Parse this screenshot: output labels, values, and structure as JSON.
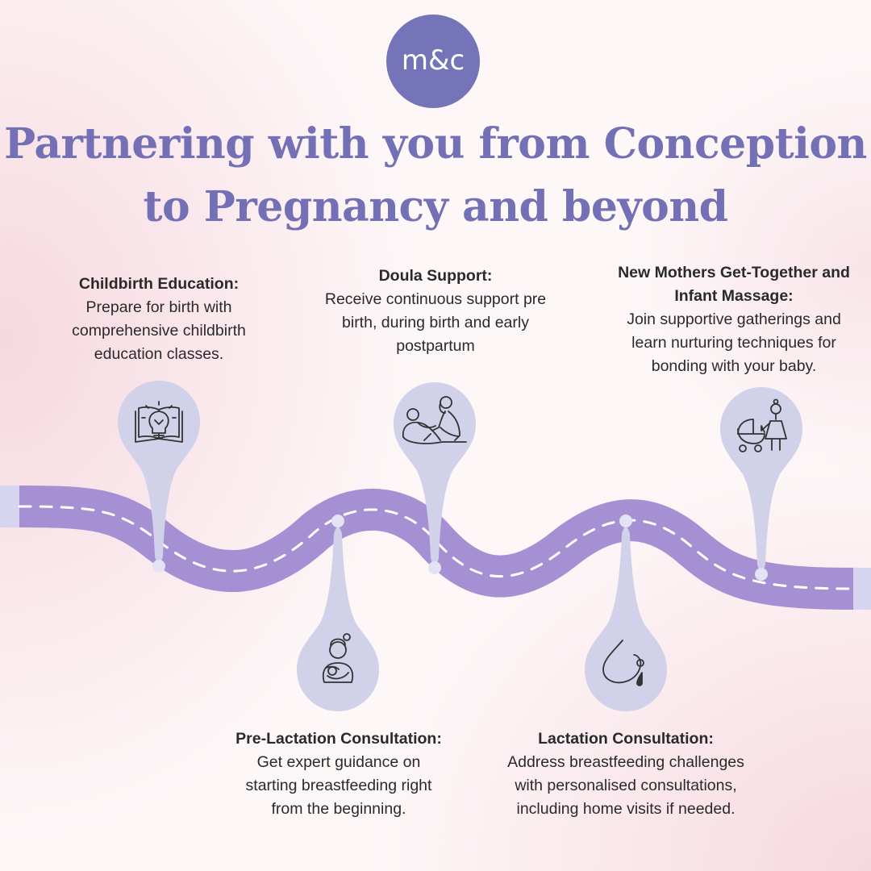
{
  "brand": {
    "logo_text": "m&c",
    "accent": "#7674b9",
    "road_color": "#a590d3",
    "pin_color": "#d1d1ea"
  },
  "headline": {
    "line1": "Partnering with you from Conception",
    "line2": "to Pregnancy and beyond"
  },
  "steps": [
    {
      "title": "Childbirth Education:",
      "desc": [
        "Prepare for birth with",
        "comprehensive childbirth",
        "education classes."
      ],
      "icon": "book-lightbulb-icon"
    },
    {
      "title": "Doula Support:",
      "desc": [
        "Receive continuous support pre",
        "birth, during birth and early",
        "postpartum"
      ],
      "icon": "doula-support-icon"
    },
    {
      "title": [
        "New Mothers Get-Together and",
        "Infant Massage:"
      ],
      "desc": [
        "Join supportive gatherings and",
        "learn nurturing techniques for",
        "bonding with your baby."
      ],
      "icon": "mother-stroller-icon"
    },
    {
      "title": "Pre-Lactation Consultation:",
      "desc": [
        "Get expert guidance on",
        "starting breastfeeding right",
        "from the beginning."
      ],
      "icon": "mother-baby-icon"
    },
    {
      "title": "Lactation Consultation:",
      "desc": [
        "Address breastfeeding challenges",
        "with personalised consultations,",
        "including home visits if needed."
      ],
      "icon": "breast-milk-drop-icon"
    }
  ]
}
